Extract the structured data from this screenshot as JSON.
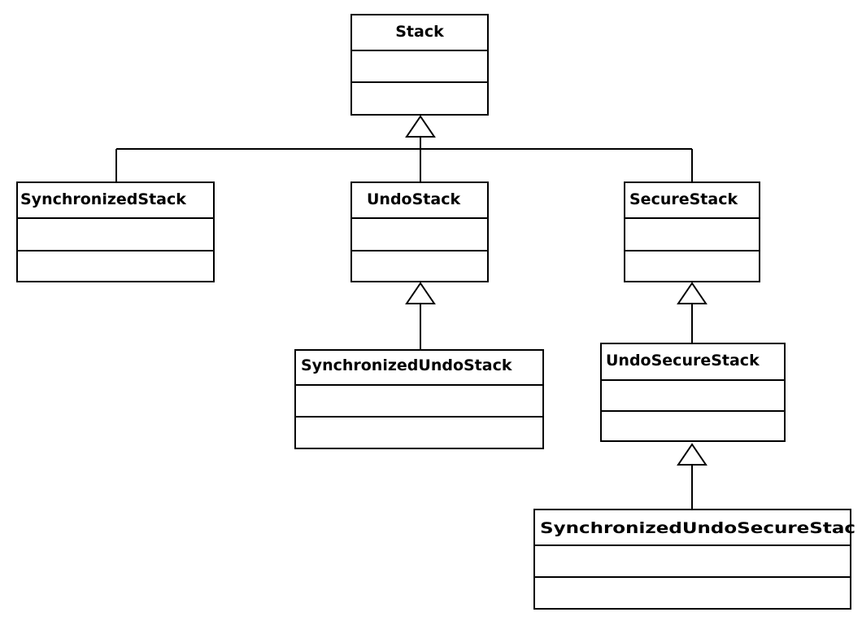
{
  "classes": {
    "stack": {
      "name": "Stack"
    },
    "synchronized_stack": {
      "name": "SynchronizedStack"
    },
    "undo_stack": {
      "name": "UndoStack"
    },
    "secure_stack": {
      "name": "SecureStack"
    },
    "synchronized_undo_stack": {
      "name": "SynchronizedUndoStack"
    },
    "undo_secure_stack": {
      "name": "UndoSecureStack"
    },
    "synchronized_undo_secure_stack": {
      "name": "SynchronizedUndoSecureStac"
    }
  },
  "inheritance": [
    {
      "child": "synchronized_stack",
      "parent": "stack"
    },
    {
      "child": "undo_stack",
      "parent": "stack"
    },
    {
      "child": "secure_stack",
      "parent": "stack"
    },
    {
      "child": "synchronized_undo_stack",
      "parent": "undo_stack"
    },
    {
      "child": "undo_secure_stack",
      "parent": "secure_stack"
    },
    {
      "child": "synchronized_undo_secure_stack",
      "parent": "undo_secure_stack"
    }
  ]
}
